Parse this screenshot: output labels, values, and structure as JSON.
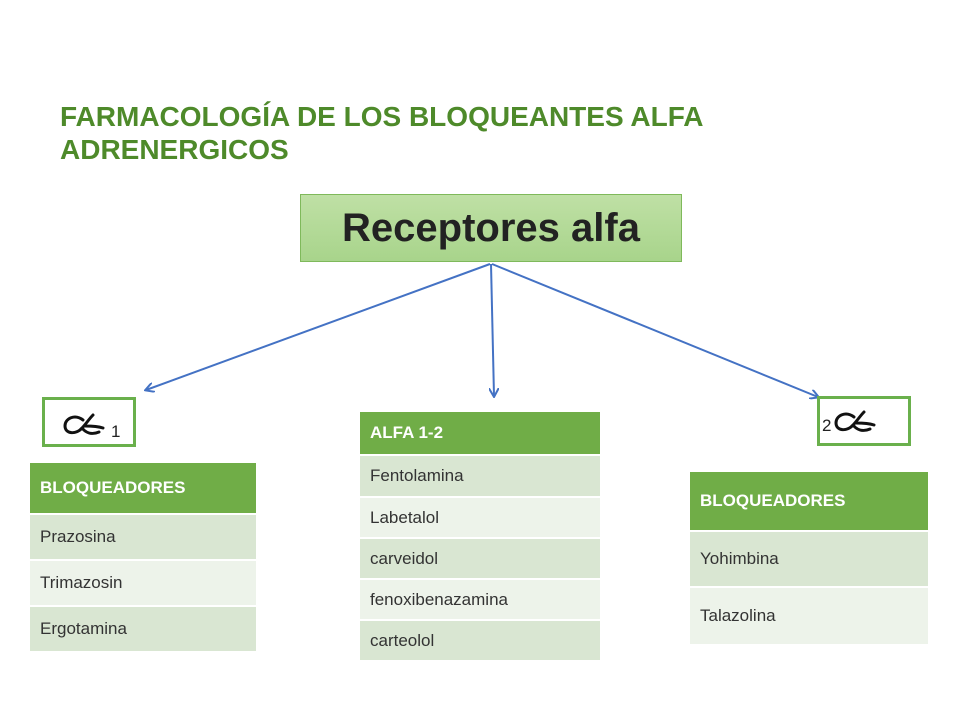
{
  "title": "FARMACOLOGÍA DE LOS  BLOQUEANTES  ALFA ADRENERGICOS",
  "root_label": "Receptores alfa",
  "alpha1": {
    "subscript": "1"
  },
  "alpha2": {
    "prefix": "2"
  },
  "left_table": {
    "header": "BLOQUEADORES",
    "rows": [
      "Prazosina",
      "Trimazosin",
      "Ergotamina"
    ]
  },
  "middle_table": {
    "header": "ALFA 1-2",
    "rows": [
      "Fentolamina",
      "Labetalol",
      "carveidol",
      "fenoxibenazamina",
      "carteolol"
    ]
  },
  "right_table": {
    "header": "BLOQUEADORES",
    "rows": [
      "Yohimbina",
      "Talazolina"
    ]
  },
  "colors": {
    "title": "#4e8a2a",
    "header_green": "#70ad47",
    "row_dark": "#d9e6d2",
    "row_light": "#edf3ea",
    "arrow": "#4472c4"
  }
}
